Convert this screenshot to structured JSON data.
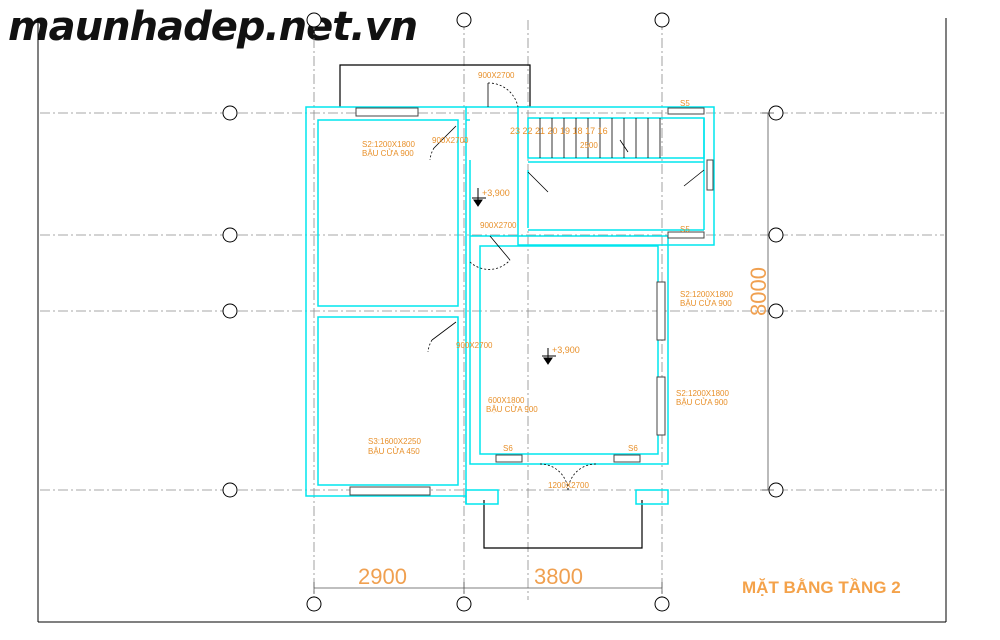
{
  "watermark": "maunhadep.net.vn",
  "title": "MẶT BẰNG TẦNG 2",
  "dimensions": {
    "left_width": "2900",
    "right_width": "3800",
    "total_depth": "8000"
  },
  "labels": {
    "door_top": "900X2700",
    "door_bed1": "900X2700",
    "door_hall": "900X2700",
    "door_bed2": "900X2700",
    "door_main": "1200X2700",
    "stairs_numbers": "23 22 21 20 19 18 17 16",
    "stairs_width": "2500",
    "window_s5_top": "S5",
    "window_s5_bottom": "S5",
    "window_s6_left": "S6",
    "window_s6_right": "S6",
    "bed1_window": "S2:1200X1800",
    "bed1_window_sill": "BẬU CỬA 900",
    "bed2_window": "S3:1600X2250",
    "bed2_window_sill": "BẬU CỬA 450",
    "living_window1": "S2:1200X1800",
    "living_window1_sill": "BẬU CỬA 900",
    "living_window2": "S2:1200X1800",
    "living_window2_sill": "BẬU CỬA 900",
    "living_center": "600X1800",
    "living_center_sill": "BẬU CỬA 900",
    "level_hall": "+3,900",
    "level_living": "+3,900"
  },
  "colors": {
    "wall": "#00e5ee",
    "grid": "#8a8a8a",
    "label": "#e8902a",
    "line": "#000000"
  }
}
